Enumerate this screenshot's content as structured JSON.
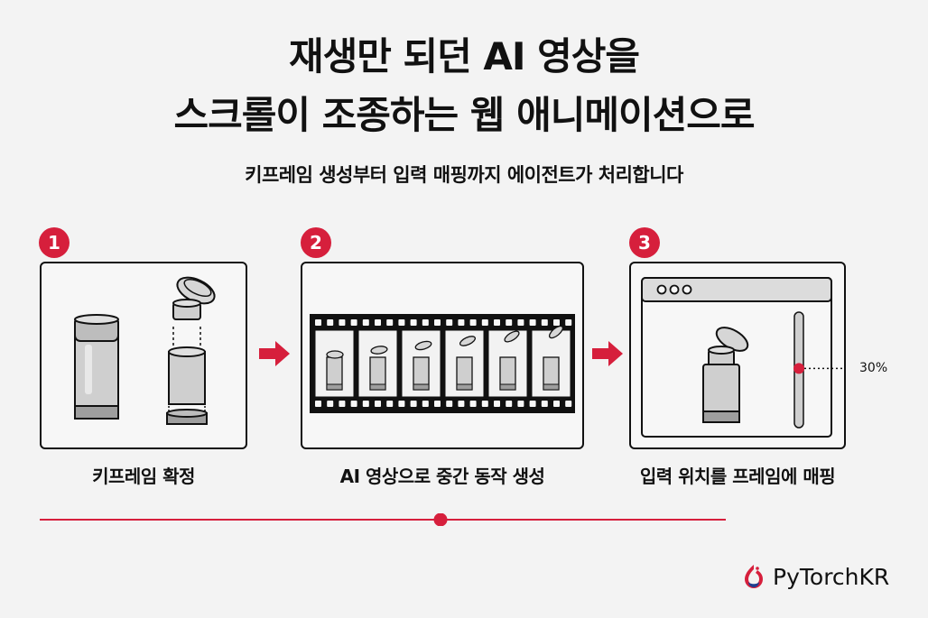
{
  "header": {
    "title_line1": "재생만 되던 AI 영상을",
    "title_line2": "스크롤이 조종하는 웹 애니메이션으로",
    "subtitle": "키프레임 생성부터 입력 매핑까지 에이전트가 처리합니다"
  },
  "steps": [
    {
      "number": "1",
      "caption": "키프레임 확정"
    },
    {
      "number": "2",
      "caption": "AI 영상으로 중간 동작 생성"
    },
    {
      "number": "3",
      "caption": "입력 위치를 프레임에 매핑"
    }
  ],
  "slider": {
    "value_label": "30%",
    "value": 0.3
  },
  "brand": {
    "name": "PyTorchKR",
    "icon": "pytorch-flame-icon"
  },
  "colors": {
    "accent": "#d61f3c",
    "ink": "#111111",
    "gray": "#c9c9c9"
  }
}
